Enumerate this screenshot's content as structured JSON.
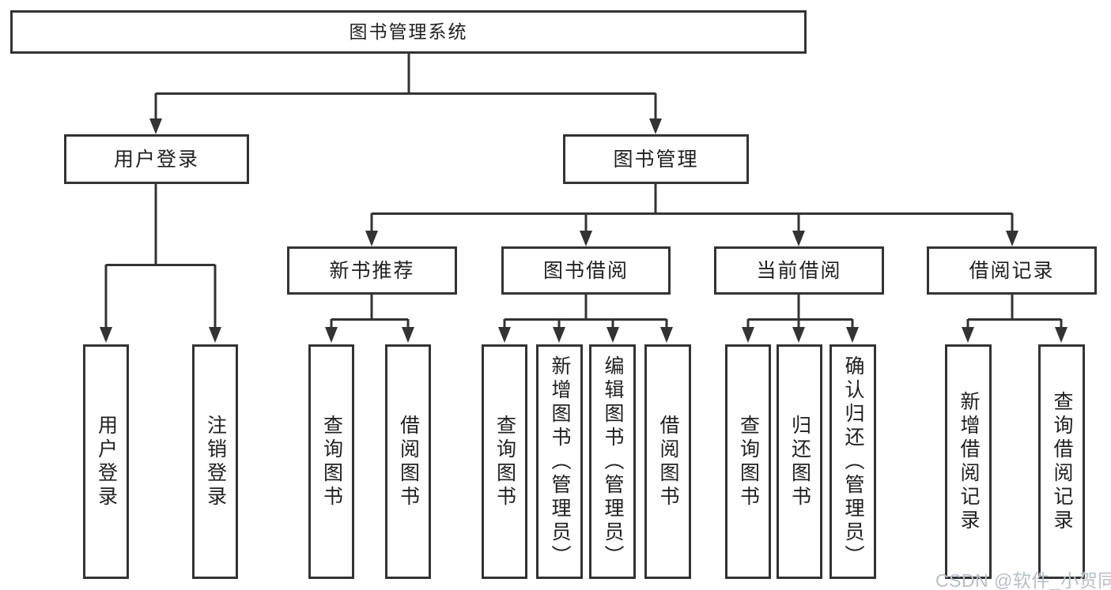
{
  "diagram_title": "图书管理系统",
  "tree": {
    "root": {
      "label": "图书管理系统",
      "children": [
        {
          "label": "用户登录",
          "children": [
            {
              "label": "用户登录"
            },
            {
              "label": "注销登录"
            }
          ]
        },
        {
          "label": "图书管理",
          "children": [
            {
              "label": "新书推荐",
              "children": [
                {
                  "label": "查询图书"
                },
                {
                  "label": "借阅图书"
                }
              ]
            },
            {
              "label": "图书借阅",
              "children": [
                {
                  "label": "查询图书"
                },
                {
                  "label": "新增图书（管理员）"
                },
                {
                  "label": "编辑图书（管理员）"
                },
                {
                  "label": "借阅图书"
                }
              ]
            },
            {
              "label": "当前借阅",
              "children": [
                {
                  "label": "查询图书"
                },
                {
                  "label": "归还图书"
                },
                {
                  "label": "确认归还（管理员）"
                }
              ]
            },
            {
              "label": "借阅记录",
              "children": [
                {
                  "label": "新增借阅记录"
                },
                {
                  "label": "查询借阅记录"
                }
              ]
            }
          ]
        }
      ]
    }
  },
  "watermark": {
    "text": "CSDN @软件_小贺同学"
  },
  "colors": {
    "line": "#333333",
    "text": "#1f1f1f",
    "wm": "#b9bec7",
    "bg": "#ffffff"
  }
}
